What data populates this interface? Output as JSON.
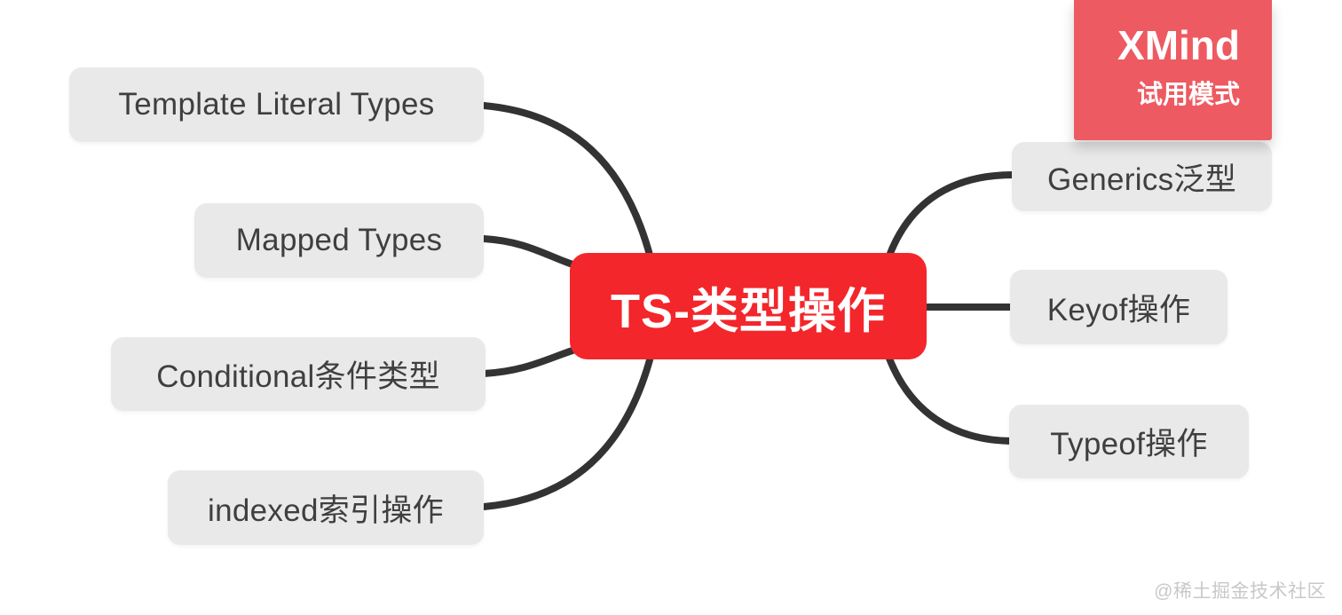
{
  "mindmap": {
    "central": {
      "label": "TS-类型操作"
    },
    "left_branches": [
      {
        "label": "Template Literal Types"
      },
      {
        "label": "Mapped Types"
      },
      {
        "label": "Conditional条件类型"
      },
      {
        "label": "indexed索引操作"
      }
    ],
    "right_branches": [
      {
        "label": "Generics泛型"
      },
      {
        "label": "Keyof操作"
      },
      {
        "label": "Typeof操作"
      }
    ]
  },
  "watermarks": {
    "xmind_brand": "XMind",
    "xmind_mode": "试用模式",
    "community": "@稀土掘金技术社区"
  },
  "colors": {
    "central_bg": "#F3262B",
    "node_bg": "#E9E9E9",
    "node_text": "#3F3F3F",
    "line_color": "#333333",
    "xmind_watermark_bg": "#EE5A61",
    "bottom_watermark_text": "#C8C8C8"
  }
}
